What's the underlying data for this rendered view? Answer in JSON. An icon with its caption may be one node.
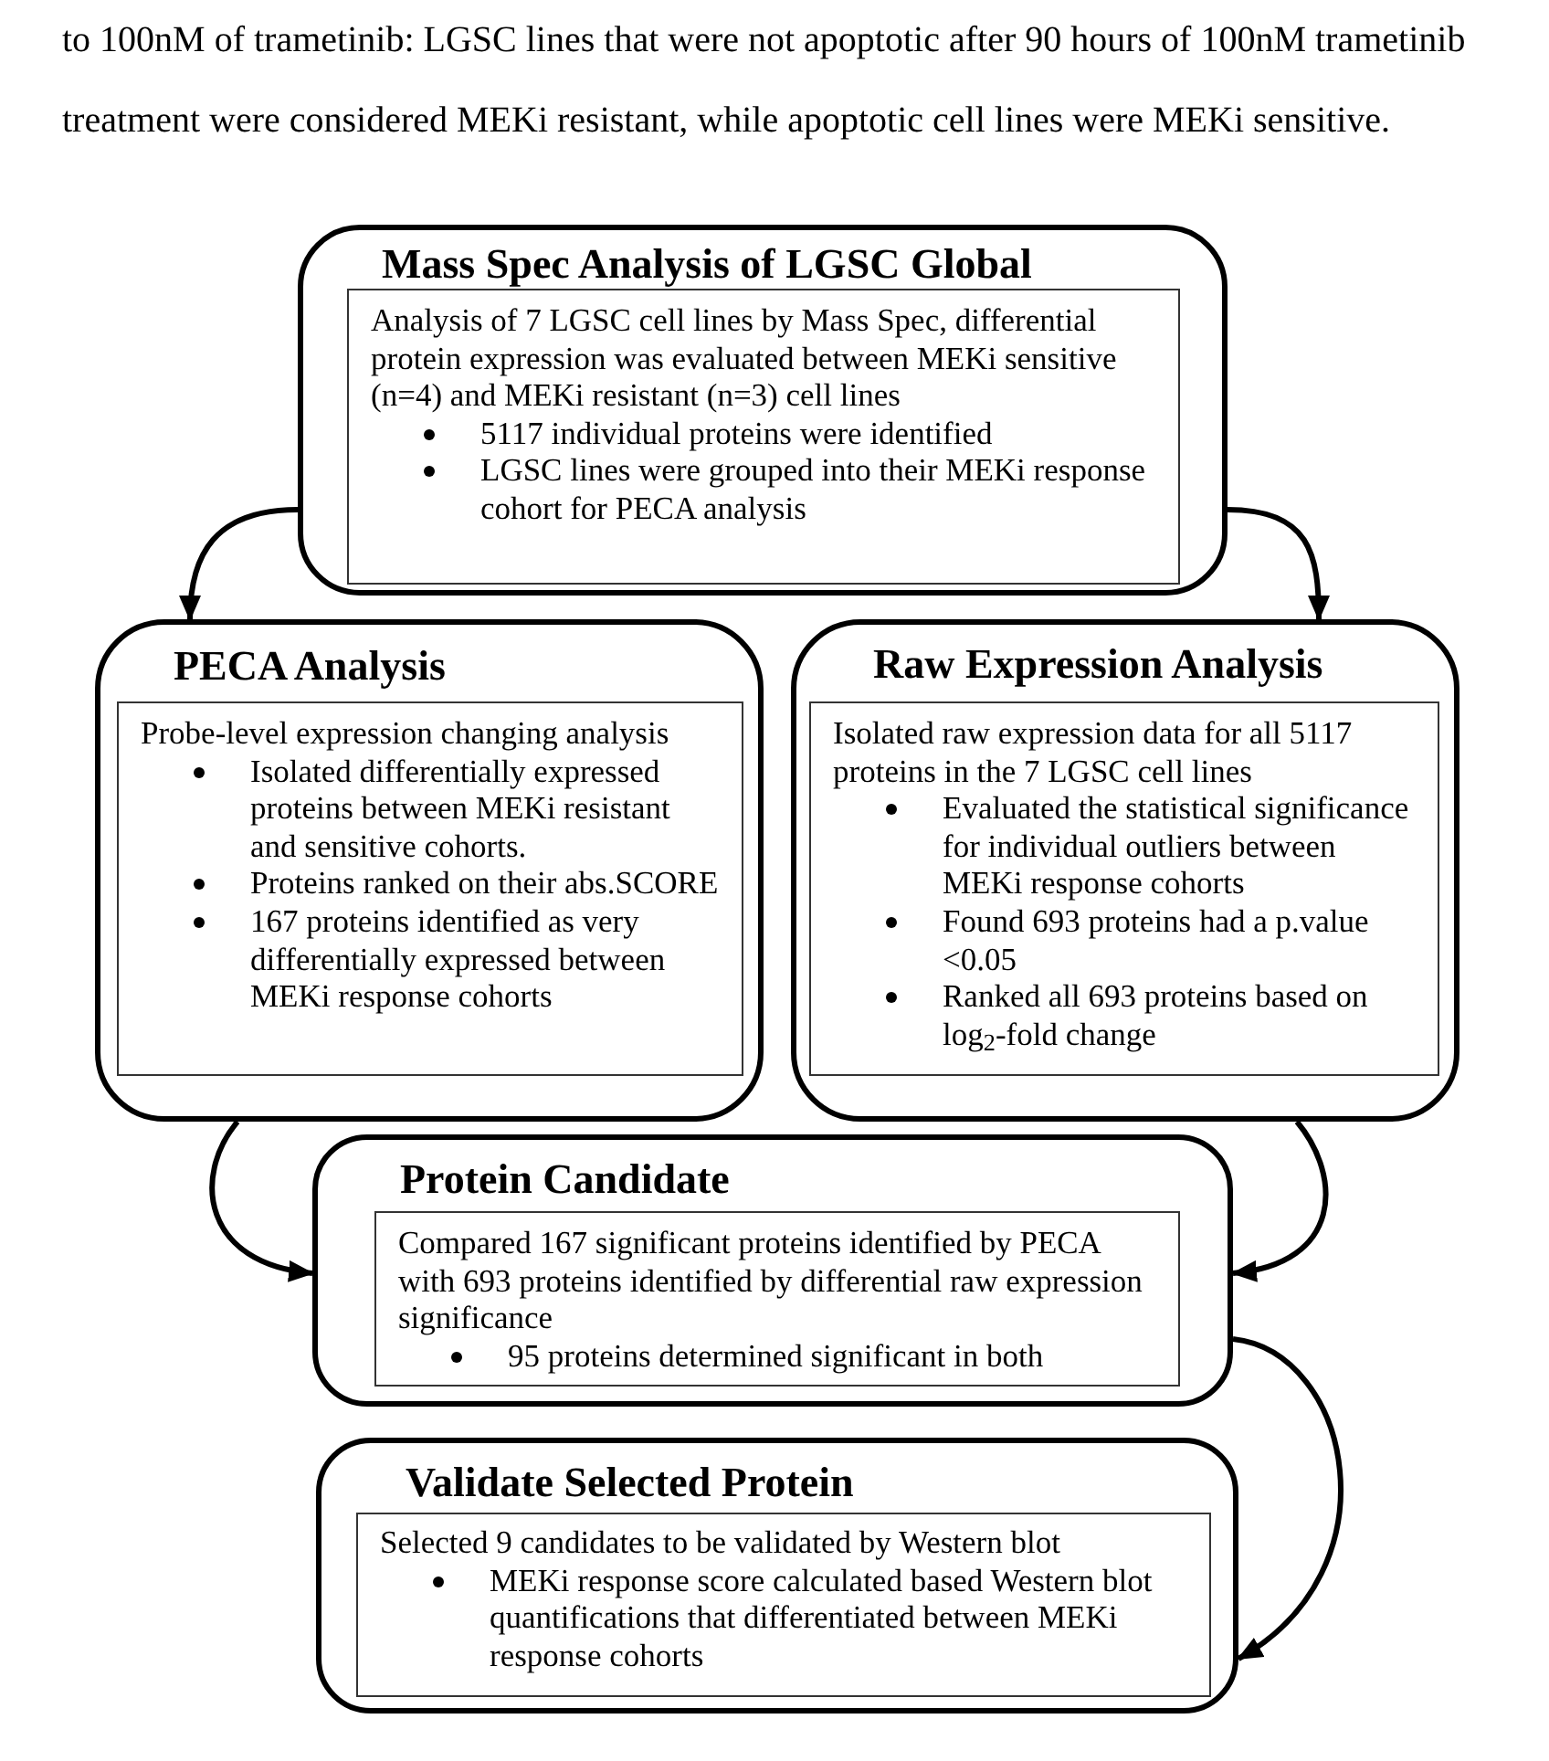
{
  "diagram": {
    "nodes": [
      {
        "text": [
          "Mass Spec Analysis of LGSC Global"
        ]
      },
      {
        "text": [
          "Analysis of 7 LGSC cell lines by Mass Spec, differential protein expression was evaluated between MEKi sensitive (n=4) and MEKi resistant (n=3) cell lines",
          "5117 individual proteins were identified",
          "LGSC lines were grouped into their MEKi response cohort for PECA analysis"
        ],
        "in": 0
      },
      {
        "text": [
          "PECA Analysis"
        ]
      },
      {
        "text": [
          "Probe-level expression changing analysis",
          "Isolated differentially expressed proteins between MEKi resistant and sensitive cohorts.",
          "Proteins ranked on their abs.SCORE",
          "167 proteins identified as very differentially expressed between MEKi response cohorts"
        ],
        "in": 2
      },
      {
        "text": [
          "Raw Expression Analysis"
        ]
      },
      {
        "text": [
          "Isolated raw expression data for all 5117 proteins in the 7 LGSC cell lines",
          "Evaluated the statistical significance for individual outliers between MEKi response cohorts",
          "Found 693 proteins had a p.value <0.05",
          "Ranked all 693 proteins based on log$_{2}$-fold change"
        ],
        "in": 4
      },
      {
        "text": [
          "Protein Candidate"
        ]
      },
      {
        "text": [
          "Compared 167 significant proteins identified by PECA with 693 proteins identified by differential raw expression significance",
          "95 proteins determined significant in both"
        ],
        "in": 6
      },
      {
        "text": [
          "Validate Selected Protein"
        ]
      },
      {
        "text": [
          "Selected 9 candidates to be validated by Western blot",
          "MEKi response score calculated based Western blot quantifications that differentiated between MEKi response cohorts"
        ],
        "in": 8
      }
    ],
    "edges": [
      {
        "from": 0,
        "to": 2,
        "arrow": "to"
      },
      {
        "from": 0,
        "to": 4,
        "arrow": "to"
      },
      {
        "from": 2,
        "to": 6,
        "arrow": "to"
      },
      {
        "from": 4,
        "to": 6,
        "arrow": "to"
      },
      {
        "from": 6,
        "to": 8,
        "arrow": "to"
      }
    ],
    "labels": [
      "to 100nM of trametinib: LGSC lines that were not apoptotic after 90 hours of 100nM trametinib treatment were considered MEKi resistant, while apoptotic cell lines were MEKi sensitive."
    ]
  }
}
